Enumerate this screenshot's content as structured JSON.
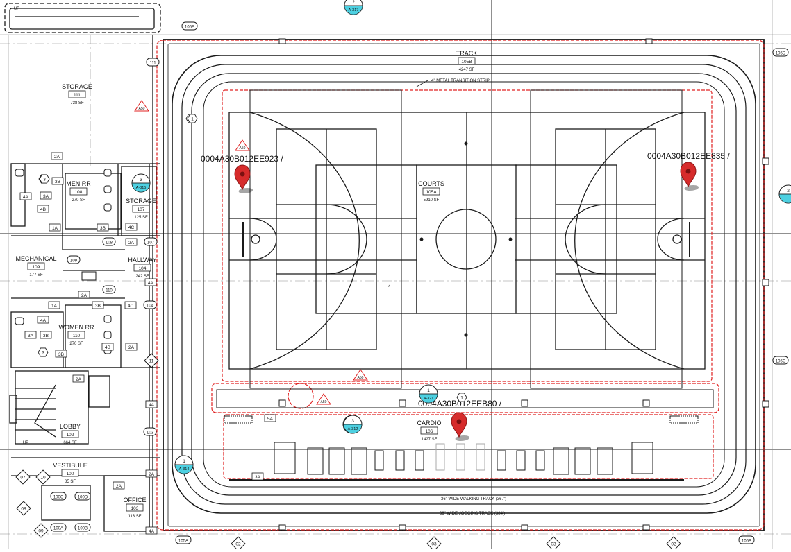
{
  "colors": {
    "line": "#1a1a1a",
    "grid": "#8a8a8a",
    "cloud": "#e02020",
    "pin": "#d62b2b",
    "callout_fill": "#4dd0e1"
  },
  "rooms": {
    "track": {
      "name": "TRACK",
      "number": "105B",
      "area": "4247 SF"
    },
    "courts": {
      "name": "COURTS",
      "number": "105A",
      "area": "5910 SF"
    },
    "cardio": {
      "name": "CARDIO",
      "number": "106",
      "area": "1427 SF"
    },
    "storage_111": {
      "name": "STORAGE",
      "number": "111",
      "area": "738 SF"
    },
    "men_rr": {
      "name": "MEN RR",
      "number": "108",
      "area": "270 SF"
    },
    "storage_107": {
      "name": "STORAGE",
      "number": "107",
      "area": "125 SF"
    },
    "mechanical": {
      "name": "MECHANICAL",
      "number": "109",
      "area": "177 SF"
    },
    "hallway": {
      "name": "HALLWAY",
      "number": "104",
      "area": "242 SF"
    },
    "women_rr": {
      "name": "WOMEN RR",
      "number": "110",
      "area": "270 SF"
    },
    "lobby": {
      "name": "LOBBY",
      "number": "102",
      "area": "664 SF"
    },
    "vestibule": {
      "name": "VESTIBULE",
      "number": "100",
      "area": "85 SF"
    },
    "office": {
      "name": "OFFICE",
      "number": "103",
      "area": "113 SF"
    }
  },
  "notes": {
    "metal_strip": "4\" METAL TRANSITION STRIP",
    "walking_track": "36\" WIDE WALKING TRACK (367')",
    "jogging_track": "36\" WIDE JOGGING TRACK (384')",
    "up": "UP",
    "question": "?"
  },
  "pins": [
    {
      "label": "0004A30B012EE923 /"
    },
    {
      "label": "0004A30B012EE835 /"
    },
    {
      "label": "0004A30B012EEB80 /"
    }
  ],
  "door_tags": [
    "105E",
    "105D",
    "105C",
    "105B",
    "105A",
    "111",
    "108",
    "107",
    "109",
    "110",
    "104",
    "103",
    "100C",
    "100D",
    "100A",
    "100B"
  ],
  "wall_tags": [
    "2A",
    "3B",
    "3A",
    "4A",
    "4B",
    "1A",
    "3B",
    "4C",
    "2A",
    "4A",
    "2A",
    "3B",
    "4C",
    "1A",
    "4A",
    "3A",
    "3B",
    "4B",
    "2A",
    "3B",
    "2A",
    "4A",
    "5A",
    "3A",
    "2A",
    "2A",
    "4A",
    "4A"
  ],
  "hex_tags": [
    "1",
    "3",
    "1",
    "3",
    "1",
    "3",
    "1",
    "3"
  ],
  "diamond_tags": [
    "11",
    "11",
    "07",
    "10",
    "08",
    "09",
    "02",
    "03",
    "03",
    "02"
  ],
  "section_callouts": [
    {
      "number": "2",
      "sheet": "A-317"
    },
    {
      "number": "3",
      "sheet": "A-315"
    },
    {
      "number": "1",
      "sheet": "A-314"
    },
    {
      "number": "1",
      "sheet": "A-321"
    },
    {
      "number": "2",
      "sheet": "A-312"
    },
    {
      "number": "3",
      "sheet": "A-312"
    },
    {
      "number": "2",
      "sheet": ""
    }
  ],
  "revision_tags": [
    "A50",
    "A50",
    "A50",
    "A50"
  ]
}
